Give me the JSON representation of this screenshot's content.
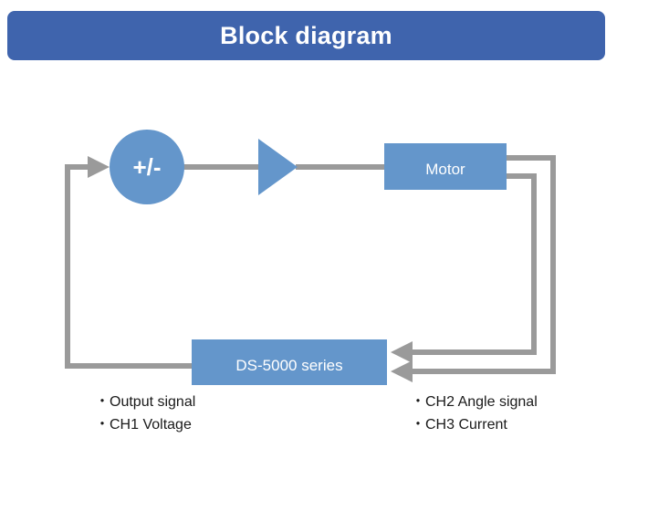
{
  "header": {
    "title": "Block diagram"
  },
  "colors": {
    "header_bg": "#3f64ad",
    "block_fill": "#6496cb",
    "line": "#9a9a9a"
  },
  "blocks": {
    "summing_junction": {
      "label": "+/-"
    },
    "amplifier": {
      "label": ""
    },
    "motor": {
      "label": "Motor"
    },
    "recorder": {
      "label": "DS-5000 series"
    }
  },
  "captions": {
    "left": [
      "・Output signal",
      "・CH1 Voltage"
    ],
    "right": [
      "・CH2 Angle signal",
      "・CH3 Current"
    ]
  }
}
